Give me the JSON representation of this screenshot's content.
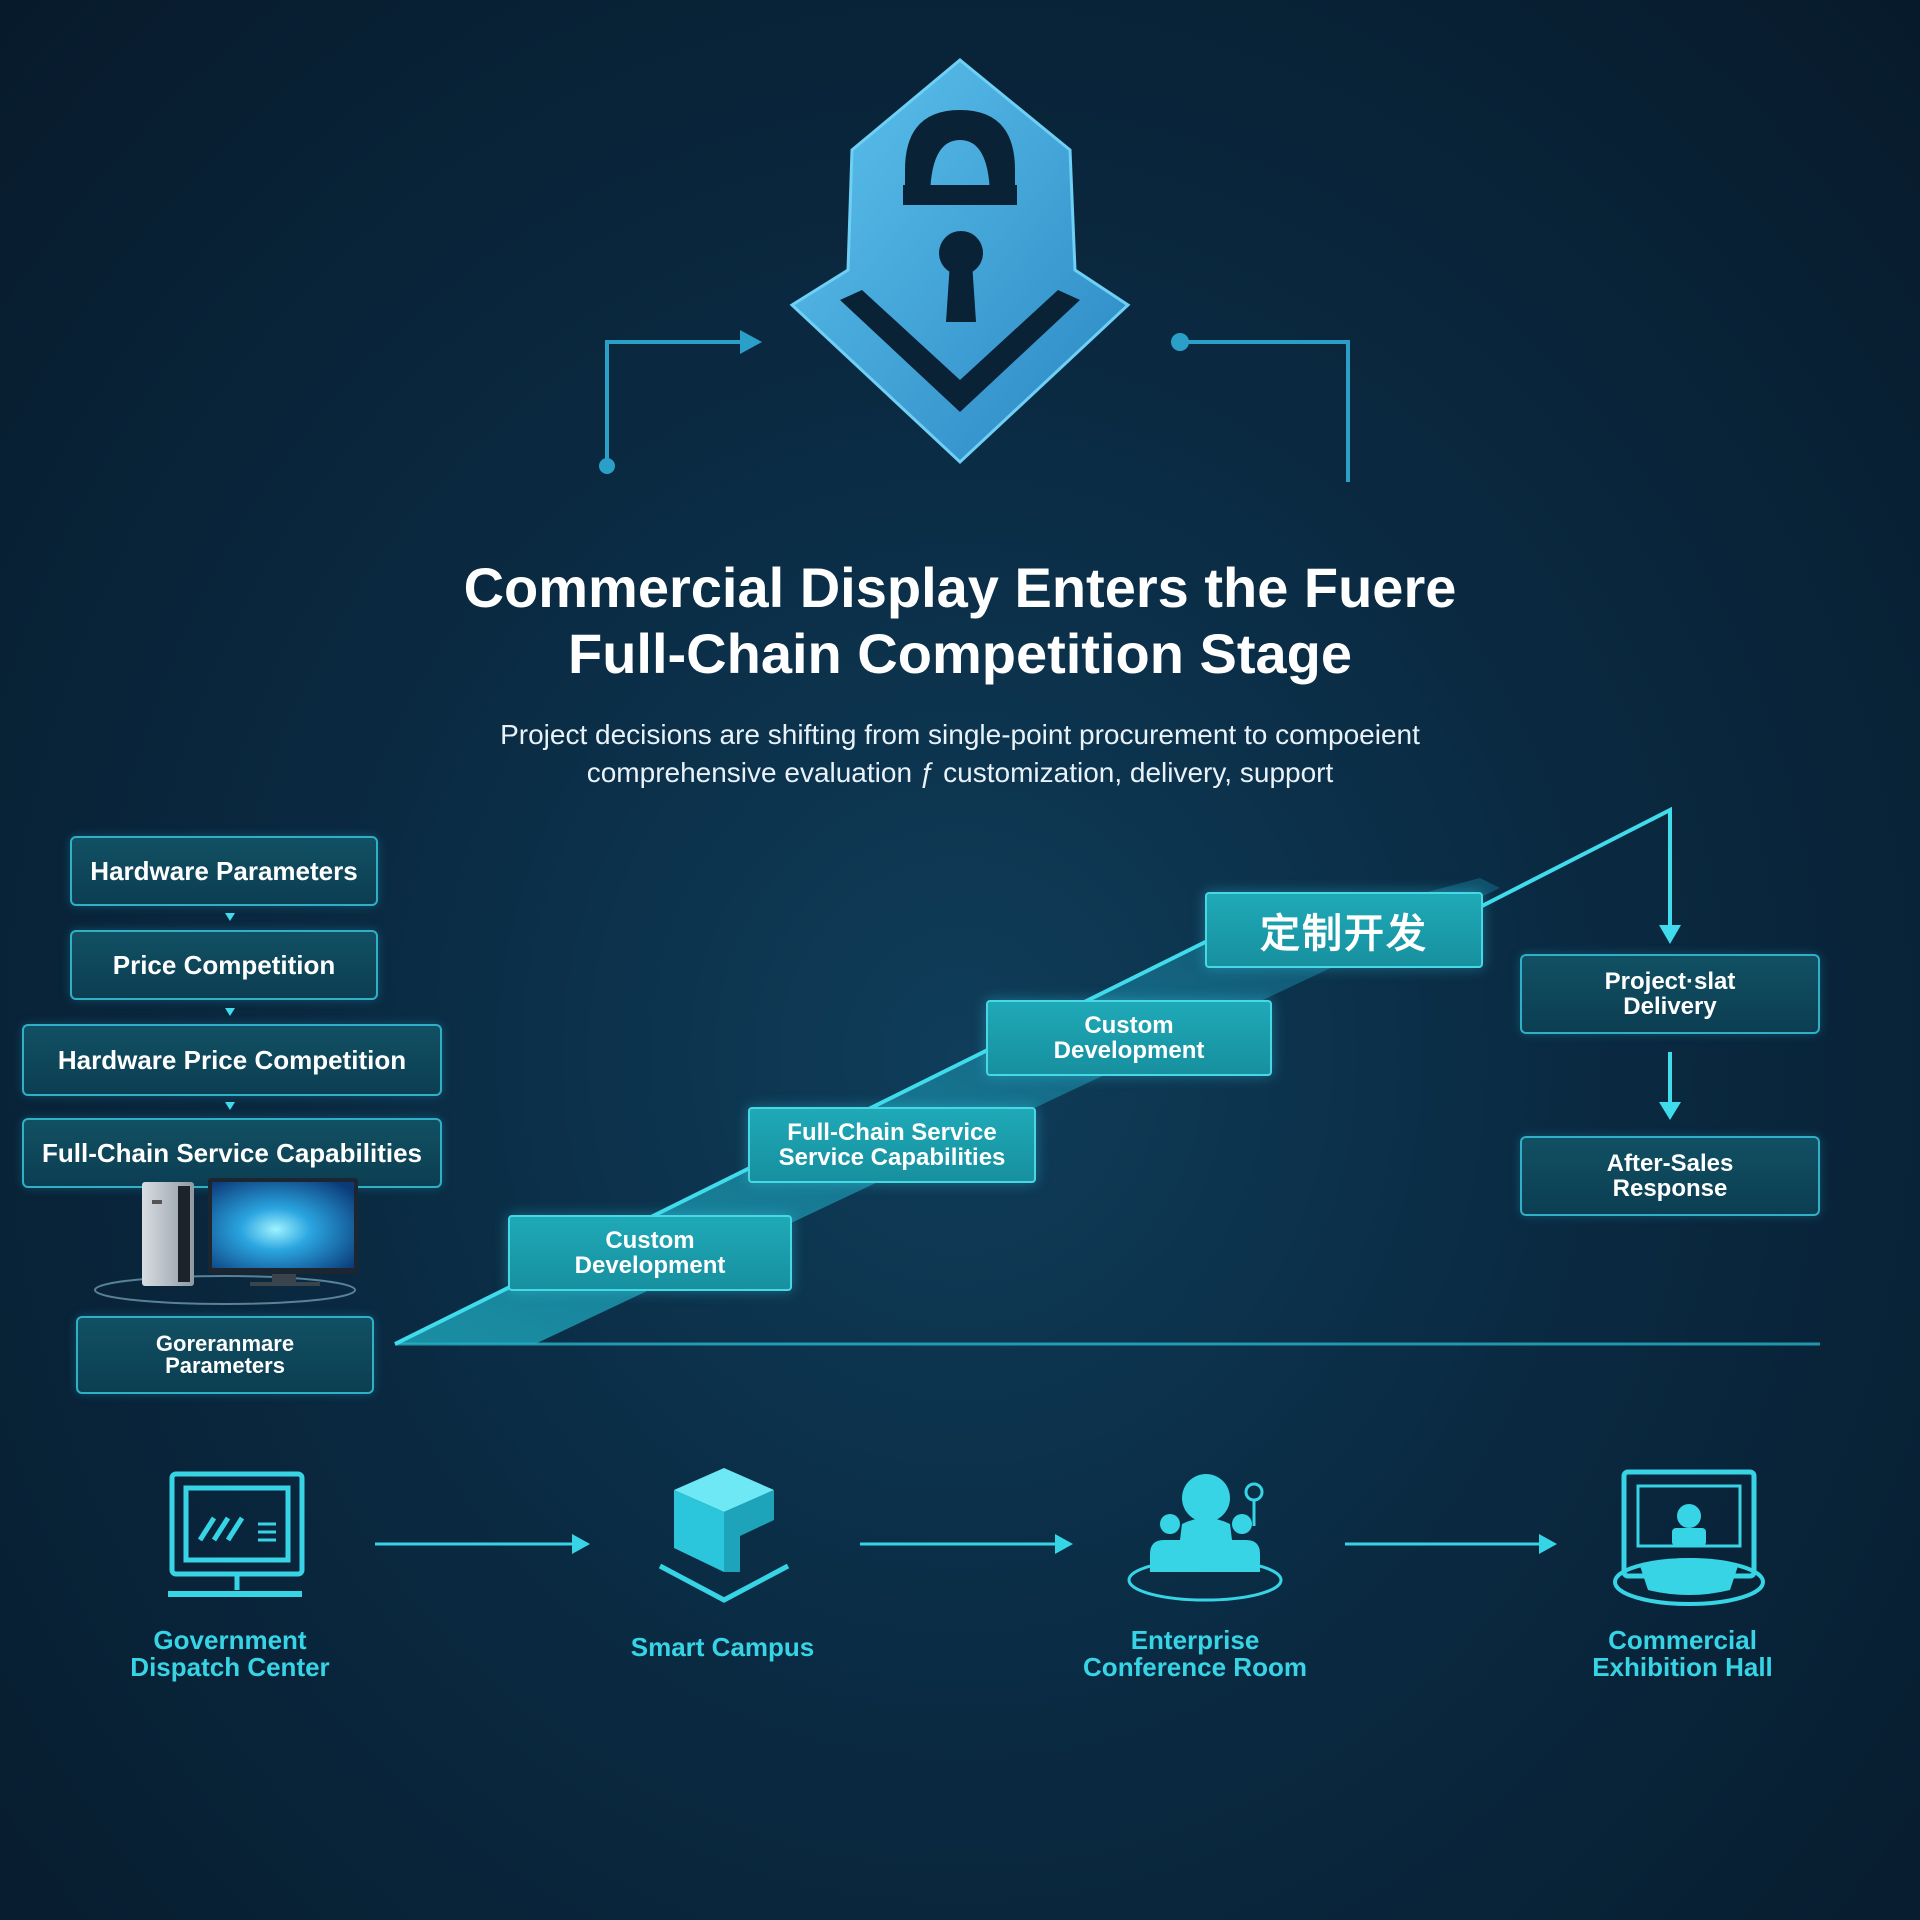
{
  "header": {
    "title_line1": "Commercial Display Enters the Fuere",
    "title_line2": "Full-Chain Competition Stage",
    "subtitle_line1": "Project decisions are shifting from single-point procurement to compoeient",
    "subtitle_line2": "comprehensive evaluation ƒ customization, delivery, support"
  },
  "left_stack": {
    "items": [
      "Hardware Parameters",
      "Price Competition",
      "Hardware Price Competition",
      "Full-Chain Service Capabilities"
    ],
    "bottom_box": "Goreranmare\nParameters"
  },
  "staircase": {
    "steps": [
      "Custom\nDevelopment",
      "Full-Chain Service\nService Capabilities",
      "Custom\nDevelopment"
    ],
    "top": "定制开发"
  },
  "right_flow": {
    "items": [
      "Project·slat\nDelivery",
      "After-Sales\nResponse"
    ]
  },
  "scenarios": {
    "items": [
      {
        "label": "Government\nDispatch Center",
        "icon": "monitor-icon"
      },
      {
        "label": "Smart Campus",
        "icon": "cube-icon"
      },
      {
        "label": "Enterprise\nConference Room",
        "icon": "meeting-icon"
      },
      {
        "label": "Commercial\nExhibition Hall",
        "icon": "exhibition-icon"
      }
    ]
  },
  "colors": {
    "accent": "#37d4e6",
    "teal_box": "#1fa9b7",
    "dark_box": "#0c3e52",
    "lock": "#3aa6d8",
    "background": "#0a2a42"
  }
}
